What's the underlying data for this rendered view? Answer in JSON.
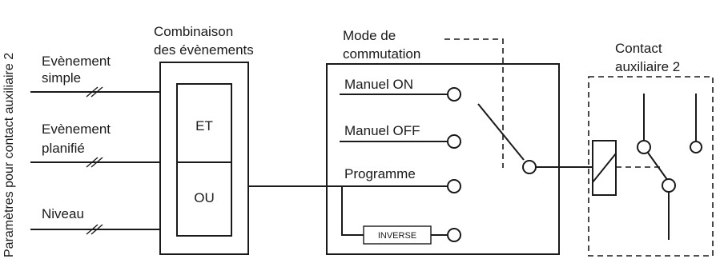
{
  "side_label": "Paramètres pour contact auxiliaire 2",
  "inputs": {
    "simple": [
      "Evènement",
      "simple"
    ],
    "planned": [
      "Evènement",
      "planifié"
    ],
    "level": "Niveau"
  },
  "combination": {
    "title": [
      "Combinaison",
      "des évènements"
    ],
    "and_label": "ET",
    "or_label": "OU"
  },
  "switching": {
    "title": [
      "Mode de",
      "commutation"
    ],
    "manual_on": "Manuel ON",
    "manual_off": "Manuel OFF",
    "program": "Programme",
    "inverse": "INVERSE"
  },
  "contact": {
    "title": [
      "Contact",
      "auxiliaire 2"
    ]
  }
}
